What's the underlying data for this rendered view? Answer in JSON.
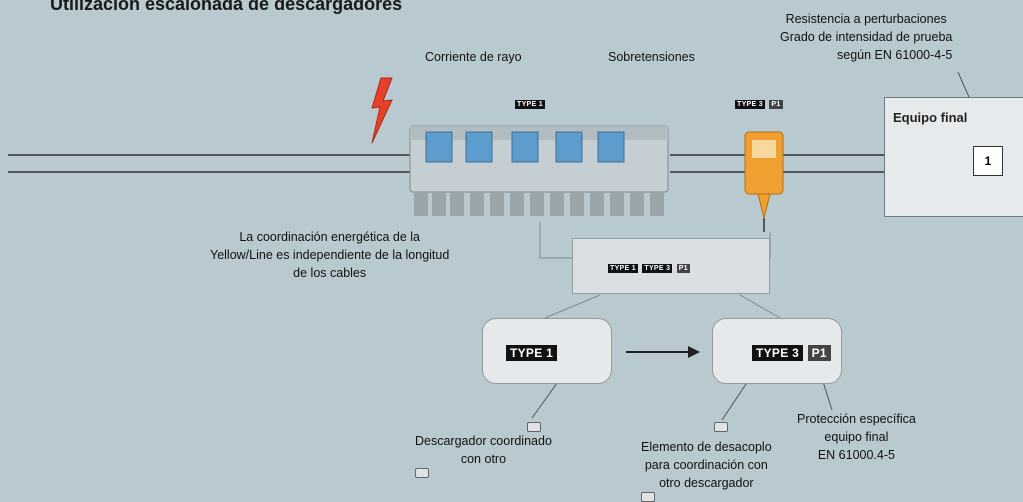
{
  "title": "Utilización escalonada de descargadores",
  "labels": {
    "corriente": "Corriente de rayo",
    "sobretensiones": "Sobretensiones",
    "resistencia_1": "Resistencia a perturbaciones",
    "resistencia_2": "Grado de intensidad de prueba",
    "resistencia_3": "según EN 61000-4-5",
    "equipo": "Equipo final",
    "equipo_num": "1",
    "coord_1": "La coordinación energética de la",
    "coord_2": "Yellow/Line es independiente de la longitud",
    "coord_3": "de los cables",
    "desc_1": "Descargador coordinado",
    "desc_2": "con otro",
    "elem_1": "Elemento de desacoplo",
    "elem_2": "para coordinación con",
    "elem_3": "otro descargador",
    "prot_1": "Protección específica",
    "prot_2": "equipo final",
    "prot_3": "EN 61000.4-5"
  },
  "badges": {
    "type1_small": "TYPE 1",
    "type3_small": "TYPE 3",
    "p1_small": "P1",
    "combo_type1": "TYPE 1",
    "combo_type3": "TYPE 3",
    "combo_p1": "P1",
    "puzzle_type1": "TYPE 1",
    "puzzle_type3": "TYPE 3",
    "puzzle_p1": "P1"
  },
  "colors": {
    "background": "#b8c9cf",
    "lightning": "#e8402a",
    "arrester_blue": "#5d9ccc",
    "spd_orange": "#f0a030",
    "line": "#333333"
  },
  "icons": [
    "lightning-icon",
    "arrow-right-icon",
    "coupling-icon"
  ]
}
